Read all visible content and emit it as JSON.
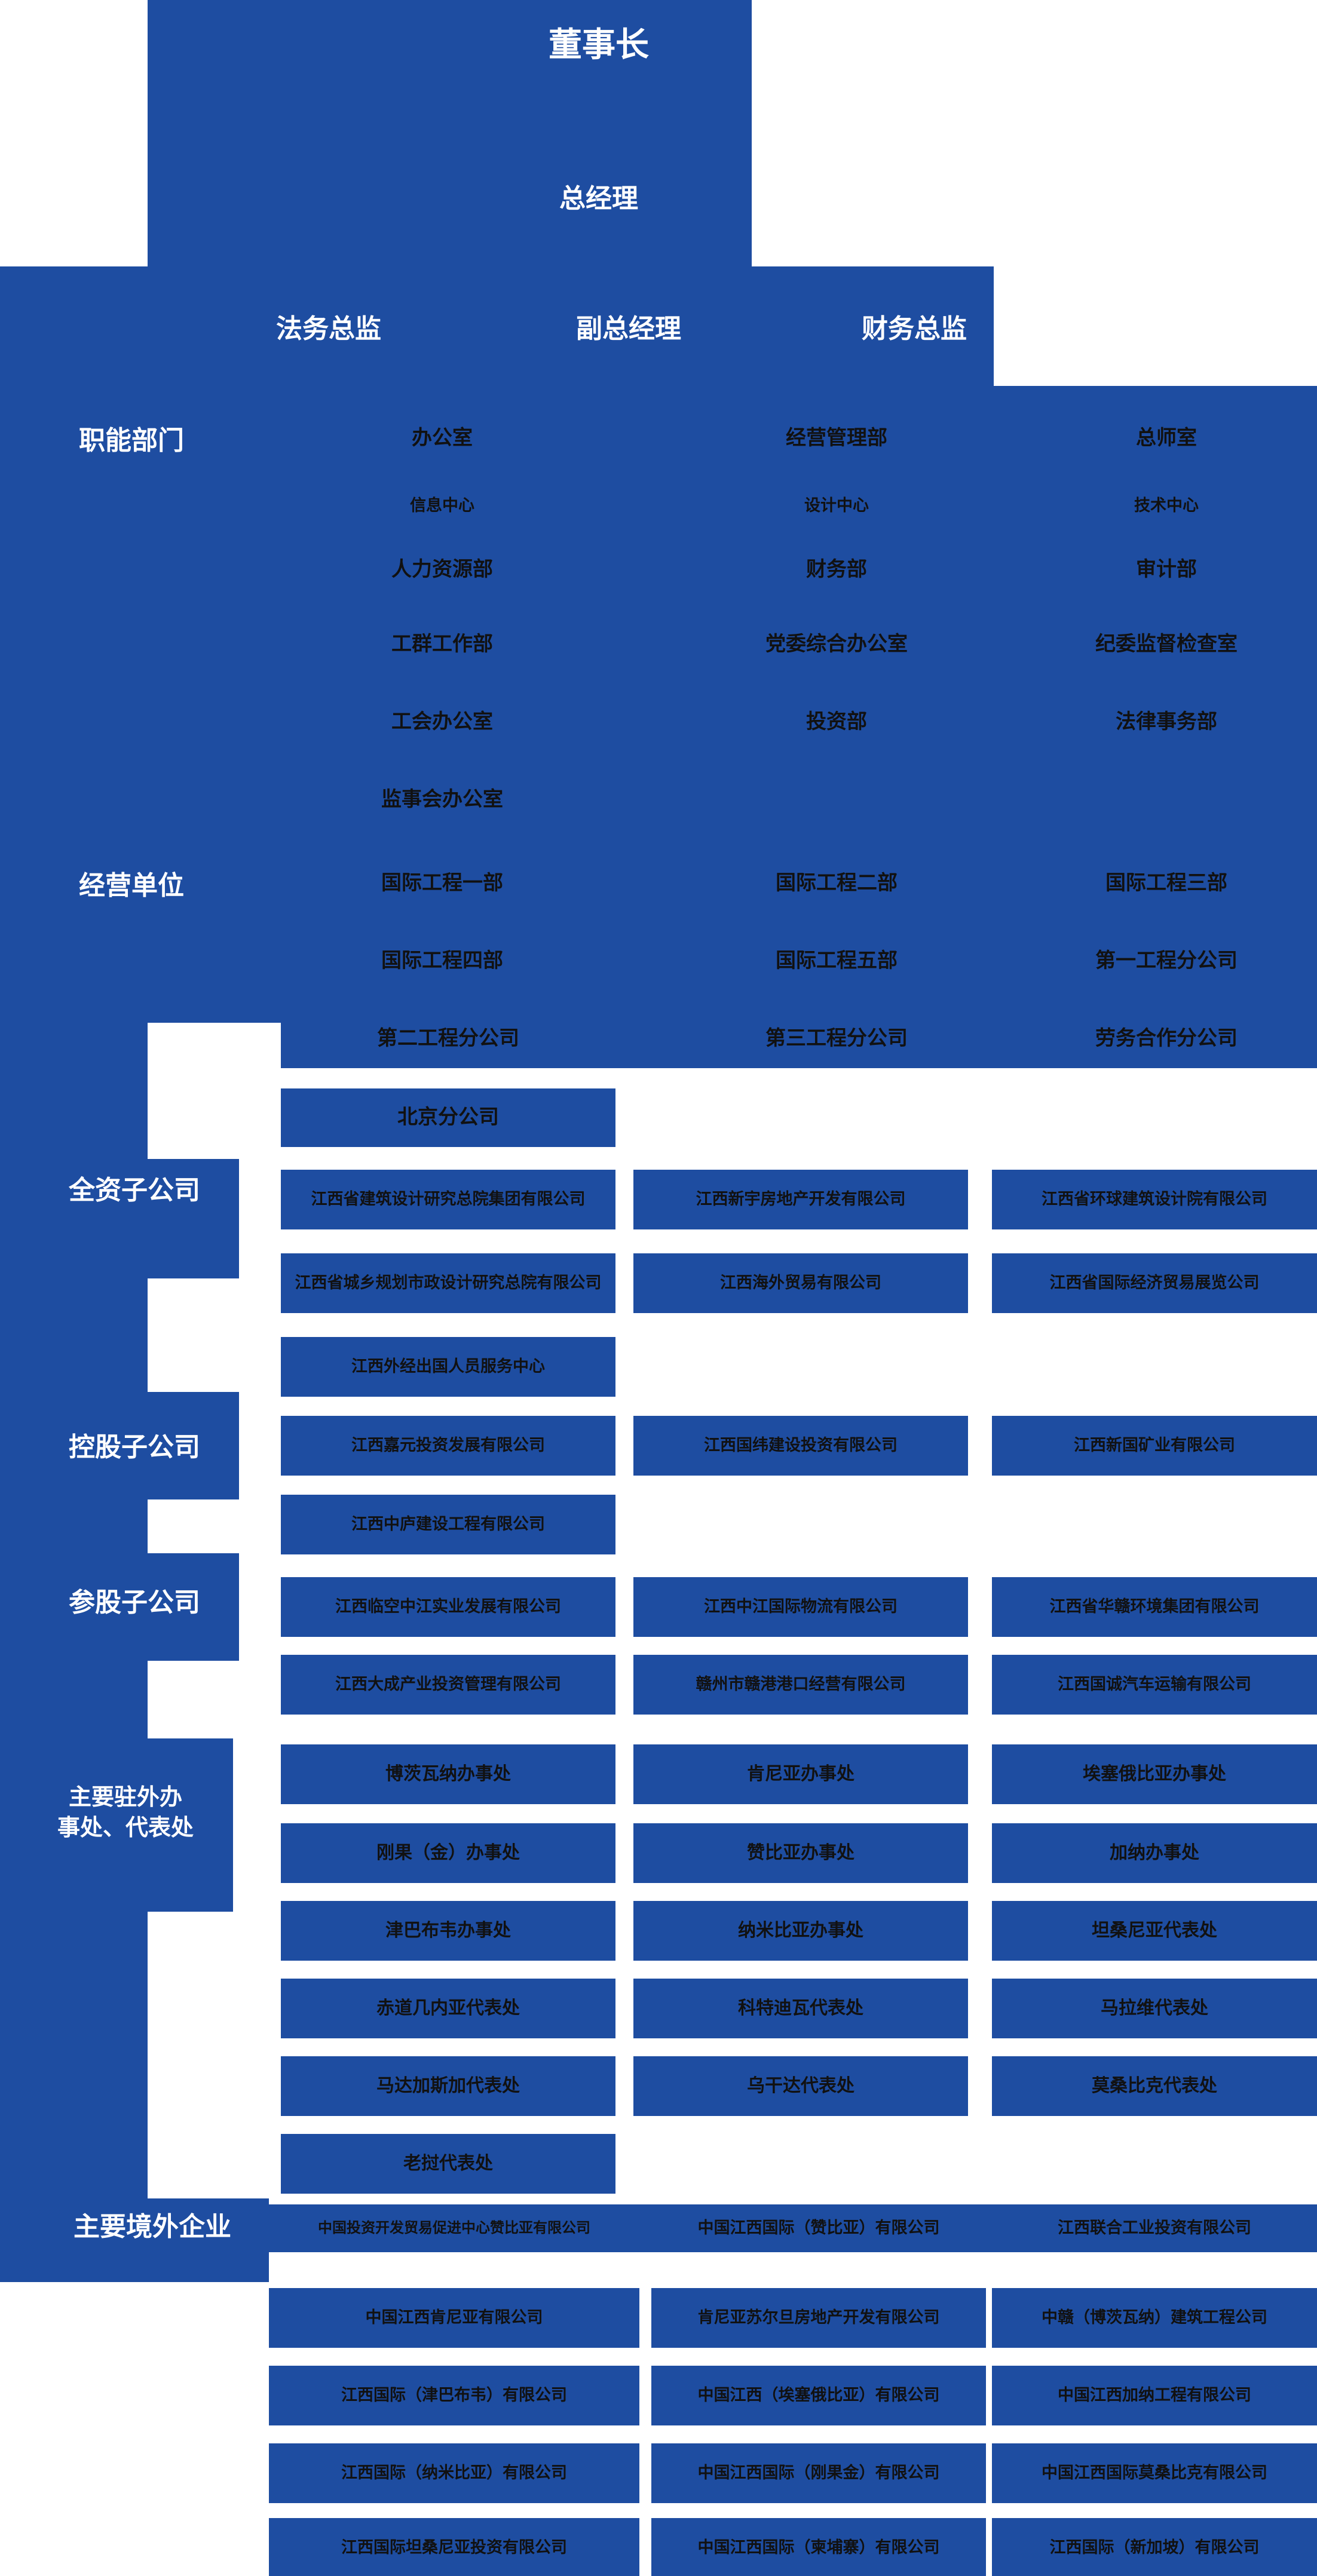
{
  "theme": {
    "blue": "#1e4da1",
    "white": "#ffffff",
    "dark_text": "#111111"
  },
  "executives": {
    "chairman": "董事长",
    "general_manager": "总经理",
    "legal_director": "法务总监",
    "deputy_general_manager": "副总经理",
    "finance_director": "财务总监"
  },
  "sections": [
    {
      "id": "functional-departments",
      "label": "职能部门",
      "columns": [
        [
          "办公室",
          "信息中心",
          "人力资源部",
          "工群工作部",
          "工会办公室",
          "监事会办公室"
        ],
        [
          "经营管理部",
          "设计中心",
          "财务部",
          "党委综合办公室",
          "投资部"
        ],
        [
          "总师室",
          "技术中心",
          "审计部",
          "纪委监督检查室",
          "法律事务部"
        ]
      ]
    },
    {
      "id": "business-units",
      "label": "经营单位",
      "columns": [
        [
          "国际工程一部",
          "国际工程四部"
        ],
        [
          "国际工程二部",
          "国际工程五部"
        ],
        [
          "国际工程三部",
          "第一工程分公司"
        ]
      ],
      "extra_row": [
        "第二工程分公司",
        "第三工程分公司",
        "劳务合作分公司"
      ],
      "extra_row2": [
        "北京分公司"
      ]
    },
    {
      "id": "wholly-owned",
      "label": "全资子公司",
      "columns": [
        [
          "江西省建筑设计研究总院集团有限公司",
          "江西省城乡规划市政设计研究总院有限公司",
          "江西外经出国人员服务中心"
        ],
        [
          "江西新宇房地产开发有限公司",
          "江西海外贸易有限公司"
        ],
        [
          "江西省环球建筑设计院有限公司",
          "江西省国际经济贸易展览公司"
        ]
      ]
    },
    {
      "id": "controlled",
      "label": "控股子公司",
      "columns": [
        [
          "江西嘉元投资发展有限公司",
          "江西中庐建设工程有限公司"
        ],
        [
          "江西国纬建设投资有限公司"
        ],
        [
          "江西新国矿业有限公司"
        ]
      ]
    },
    {
      "id": "participating",
      "label": "参股子公司",
      "columns": [
        [
          "江西临空中江实业发展有限公司",
          "江西大成产业投资管理有限公司"
        ],
        [
          "江西中江国际物流有限公司",
          "赣州市赣港港口经营有限公司"
        ],
        [
          "江西省华赣环境集团有限公司",
          "江西国诚汽车运输有限公司"
        ]
      ]
    },
    {
      "id": "overseas-offices",
      "label": "主要驻外办\n事处、代表处",
      "label_line1": "主要驻外办",
      "label_line2": "事处、代表处",
      "columns": [
        [
          "博茨瓦纳办事处",
          "刚果（金）办事处",
          "津巴布韦办事处",
          "赤道几内亚代表处",
          "马达加斯加代表处",
          "老挝代表处"
        ],
        [
          "肯尼亚办事处",
          "赞比亚办事处",
          "纳米比亚办事处",
          "科特迪瓦代表处",
          "乌干达代表处"
        ],
        [
          "埃塞俄比亚办事处",
          "加纳办事处",
          "坦桑尼亚代表处",
          "马拉维代表处",
          "莫桑比克代表处"
        ]
      ]
    },
    {
      "id": "overseas-enterprises",
      "label": "主要境外企业",
      "columns": [
        [
          "中国投资开发贸易促进中心赞比亚有限公司",
          "中国江西肯尼亚有限公司",
          "江西国际（津巴布韦）有限公司",
          "江西国际（纳米比亚）有限公司",
          "江西国际坦桑尼亚投资有限公司"
        ],
        [
          "中国江西国际（赞比亚）有限公司",
          "肯尼亚苏尔旦房地产开发有限公司",
          "中国江西（埃塞俄比亚）有限公司",
          "中国江西国际（刚果金）有限公司",
          "中国江西国际（柬埔寨）有限公司"
        ],
        [
          "江西联合工业投资有限公司",
          "中赣（博茨瓦纳）建筑工程公司",
          "中国江西加纳工程有限公司",
          "中国江西国际莫桑比克有限公司",
          "江西国际（新加坡）有限公司"
        ]
      ]
    }
  ]
}
